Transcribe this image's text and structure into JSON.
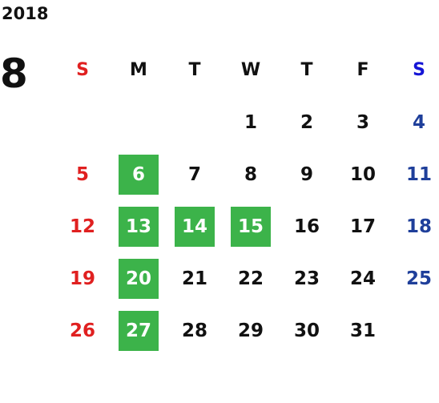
{
  "calendar": {
    "year": "2018",
    "month": "8",
    "weekdays": [
      "S",
      "M",
      "T",
      "W",
      "T",
      "F",
      "S"
    ],
    "weeks": [
      [
        "",
        "",
        "",
        "1",
        "2",
        "3",
        "4"
      ],
      [
        "5",
        "6",
        "7",
        "8",
        "9",
        "10",
        "11"
      ],
      [
        "12",
        "13",
        "14",
        "15",
        "16",
        "17",
        "18"
      ],
      [
        "19",
        "20",
        "21",
        "22",
        "23",
        "24",
        "25"
      ],
      [
        "26",
        "27",
        "28",
        "29",
        "30",
        "31",
        ""
      ]
    ],
    "highlighted_days": [
      "6",
      "13",
      "14",
      "15",
      "20",
      "27"
    ]
  },
  "colors": {
    "sunday": "#e02020",
    "saturday_header": "#1515d6",
    "saturday": "#1f3f9a",
    "highlight": "#3cb34a",
    "text": "#111111"
  }
}
